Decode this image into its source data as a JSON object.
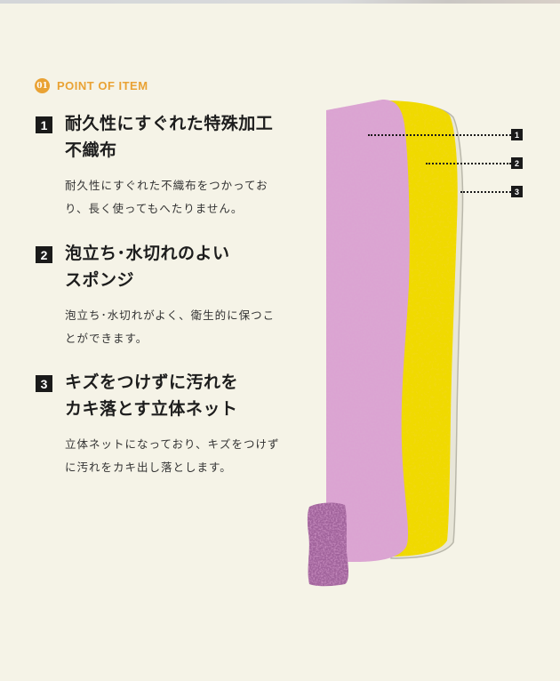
{
  "section": {
    "number": "01",
    "title": "POINT OF ITEM",
    "accent_color": "#e9a234"
  },
  "points": [
    {
      "number": "1",
      "title_line1": "耐久性にすぐれた特殊加工",
      "title_line2": "不織布",
      "desc_line1": "耐久性にすぐれた不織布をつかってお",
      "desc_line2": "り、長く使ってもへたりません。"
    },
    {
      "number": "2",
      "title_line1": "泡立ち･水切れのよい",
      "title_line2": "スポンジ",
      "desc_line1": "泡立ち･水切れがよく、衛生的に保つこ",
      "desc_line2": "とができます。"
    },
    {
      "number": "3",
      "title_line1": "キズをつけずに汚れを",
      "title_line2": "カキ落とす立体ネット",
      "desc_line1": "立体ネットになっており、キズをつけず",
      "desc_line2": "に汚れをカキ出し落とします。"
    }
  ],
  "illustration": {
    "callouts": [
      "1",
      "2",
      "3"
    ],
    "colors": {
      "pink_nonwoven": "#d9a3cf",
      "yellow_sponge": "#f1d90f",
      "purple_piece": "#a0649b"
    }
  }
}
